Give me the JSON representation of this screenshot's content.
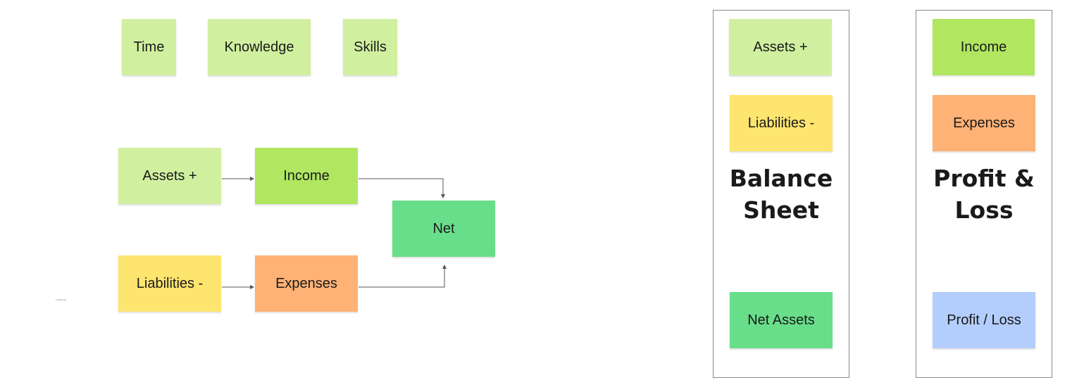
{
  "colors": {
    "light_green": "#d0f0a0",
    "green": "#b0e660",
    "yellow": "#fde56f",
    "orange": "#feb275",
    "mint": "#68de8a",
    "blue": "#b3cdfc",
    "frame_border": "#8a8a8a",
    "connector": "#555555"
  },
  "top_row": {
    "time": "Time",
    "knowledge": "Knowledge",
    "skills": "Skills"
  },
  "flow": {
    "assets": "Assets +",
    "income": "Income",
    "liabilities": "Liabilities -",
    "expenses": "Expenses",
    "net": "Net"
  },
  "tiny_caption": "Lo Bist Fau",
  "balance_sheet": {
    "title_line1": "Balance",
    "title_line2": "Sheet",
    "assets": "Assets +",
    "liabilities": "Liabilities -",
    "net_assets": "Net Assets"
  },
  "profit_loss": {
    "title_line1": "Profit &",
    "title_line2": "Loss",
    "income": "Income",
    "expenses": "Expenses",
    "profit_loss": "Profit / Loss"
  }
}
